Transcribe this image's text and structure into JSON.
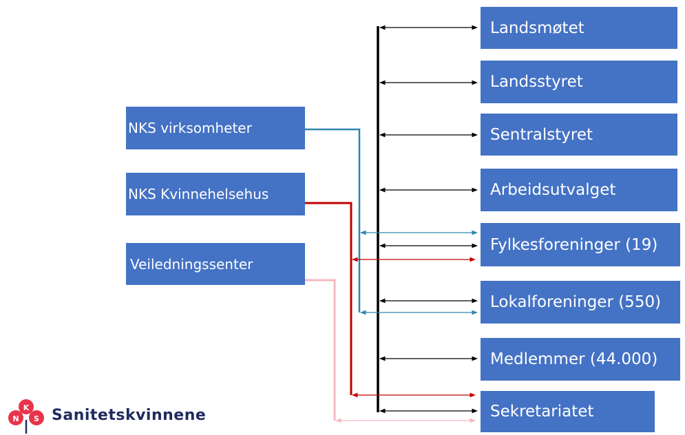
{
  "organisation_units": [
    {
      "id": "landsmotet",
      "label": "Landsmøtet"
    },
    {
      "id": "landsstyret",
      "label": "Landsstyret"
    },
    {
      "id": "sentralstyret",
      "label": "Sentralstyret"
    },
    {
      "id": "arbeidsutvalget",
      "label": "Arbeidsutvalget"
    },
    {
      "id": "fylkesforeninger",
      "label": "Fylkesforeninger (19)"
    },
    {
      "id": "lokalforeninger",
      "label": "Lokalforeninger (550)"
    },
    {
      "id": "medlemmer",
      "label": "Medlemmer (44.000)"
    },
    {
      "id": "sekretariatet",
      "label": "Sekretariatet"
    }
  ],
  "linked_units": [
    {
      "id": "virksomheter",
      "label": "NKS virksomheter",
      "color": "#2e86ab"
    },
    {
      "id": "kvinnehelsehus",
      "label": "NKS Kvinnehelsehus",
      "color": "#c00000"
    },
    {
      "id": "veiledningssenter",
      "label": "Veiledningssenter",
      "color": "#f4b8c0"
    }
  ],
  "logo": {
    "name": "Sanitetskvinnene",
    "mark_letters": [
      "N",
      "K",
      "S"
    ],
    "mark_color": "#e8344a"
  },
  "colors": {
    "box_fill": "#4472c4",
    "box_text": "#ffffff",
    "main_line": "#000000"
  }
}
